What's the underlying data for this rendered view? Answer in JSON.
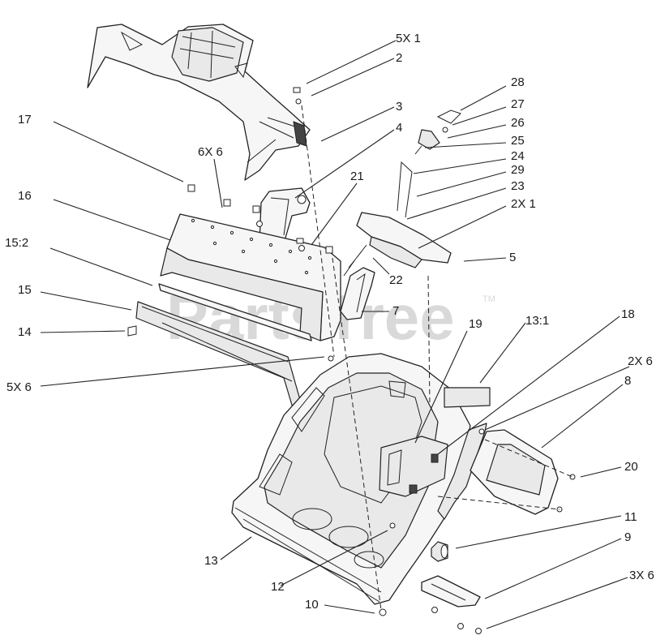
{
  "diagram": {
    "watermark": "PartsTree",
    "trademark": "TM"
  },
  "callouts": [
    {
      "id": "c-5x1",
      "text": "5X 1"
    },
    {
      "id": "c-2",
      "text": "2"
    },
    {
      "id": "c-28",
      "text": "28"
    },
    {
      "id": "c-3",
      "text": "3"
    },
    {
      "id": "c-27",
      "text": "27"
    },
    {
      "id": "c-17",
      "text": "17"
    },
    {
      "id": "c-26",
      "text": "26"
    },
    {
      "id": "c-4",
      "text": "4"
    },
    {
      "id": "c-25",
      "text": "25"
    },
    {
      "id": "c-6x6",
      "text": "6X 6"
    },
    {
      "id": "c-24",
      "text": "24"
    },
    {
      "id": "c-29",
      "text": "29"
    },
    {
      "id": "c-21",
      "text": "21"
    },
    {
      "id": "c-23",
      "text": "23"
    },
    {
      "id": "c-16",
      "text": "16"
    },
    {
      "id": "c-2x1",
      "text": "2X 1"
    },
    {
      "id": "c-15-2",
      "text": "15:2"
    },
    {
      "id": "c-5",
      "text": "5"
    },
    {
      "id": "c-22",
      "text": "22"
    },
    {
      "id": "c-15",
      "text": "15"
    },
    {
      "id": "c-7",
      "text": "7"
    },
    {
      "id": "c-18",
      "text": "18"
    },
    {
      "id": "c-14",
      "text": "14"
    },
    {
      "id": "c-19",
      "text": "19"
    },
    {
      "id": "c-13-1",
      "text": "13:1"
    },
    {
      "id": "c-2x6",
      "text": "2X 6"
    },
    {
      "id": "c-5x6",
      "text": "5X 6"
    },
    {
      "id": "c-8",
      "text": "8"
    },
    {
      "id": "c-20",
      "text": "20"
    },
    {
      "id": "c-11",
      "text": "11"
    },
    {
      "id": "c-9",
      "text": "9"
    },
    {
      "id": "c-13",
      "text": "13"
    },
    {
      "id": "c-12",
      "text": "12"
    },
    {
      "id": "c-3x6",
      "text": "3X 6"
    },
    {
      "id": "c-10",
      "text": "10"
    }
  ]
}
